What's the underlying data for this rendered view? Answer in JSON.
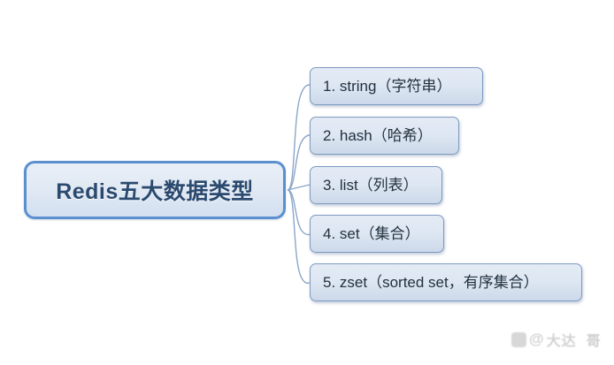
{
  "diagram": {
    "type": "mind-map",
    "background_color": "#ffffff",
    "root": {
      "label": "Redis五大数据类型",
      "text_color": "#2b4a6f",
      "border_color": "#5b8fd0",
      "fill_color": "#dfe8f3"
    },
    "branch_color": "#7d9bc1",
    "children": [
      {
        "label": "1. string（字符串）"
      },
      {
        "label": "2. hash（哈希）"
      },
      {
        "label": "3. list（列表）"
      },
      {
        "label": "4. set（集合）"
      },
      {
        "label": "5. zset（sorted set，有序集合）"
      }
    ],
    "child_style": {
      "border_color": "#7d9bc1",
      "fill_color": "#dde6f2",
      "text_color": "#22313f"
    }
  },
  "watermark": {
    "badge": "",
    "at": "@",
    "name": "大达",
    "suffix": "哥"
  }
}
